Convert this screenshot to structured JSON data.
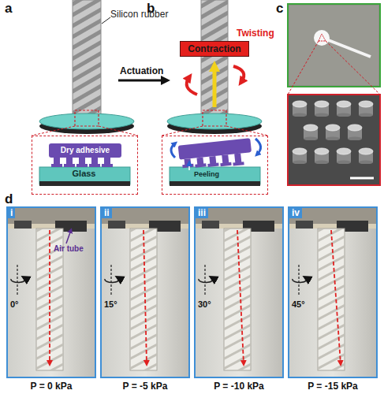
{
  "diagram": {
    "nodes": [
      {
        "text": [
          "Contraction"
        ]
      },
      {
        "text": [
          "Dry adhesive",
          "Glass"
        ]
      },
      {
        "text": [
          "Peeling"
        ]
      },
      {
        "text": [
          "i",
          "0°",
          "Air tube",
          "P = 0 kPa"
        ]
      },
      {
        "text": [
          "ii",
          "15°",
          "P = -5 kPa"
        ]
      },
      {
        "text": [
          "iii",
          "30°",
          "P = -10 kPa"
        ]
      },
      {
        "text": [
          "iv",
          "45°",
          "P = -15 kPa"
        ]
      }
    ],
    "labels": [
      "a",
      "b",
      "c",
      "d",
      "Silicon rubber",
      "Actuation",
      "Twisting"
    ]
  }
}
